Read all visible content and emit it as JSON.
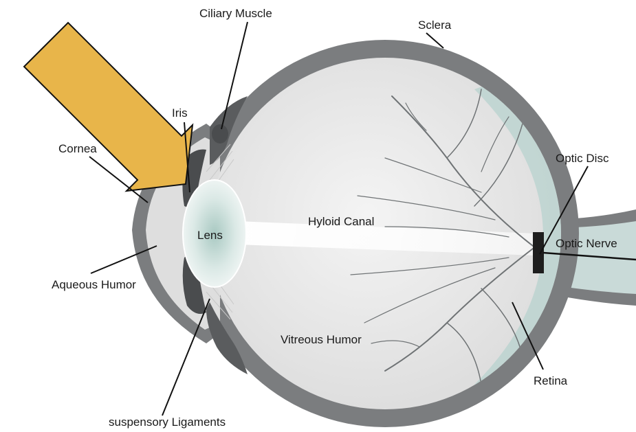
{
  "labels": {
    "ciliary_muscle": "Ciliary Muscle",
    "sclera": "Sclera",
    "iris": "Iris",
    "cornea": "Cornea",
    "optic_disc": "Optic Disc",
    "lens": "Lens",
    "hyloid_canal": "Hyloid Canal",
    "optic_nerve": "Optic Nerve",
    "aqueous_humor": "Aqueous Humor",
    "vitreous_humor": "Vitreous Humor",
    "retina": "Retina",
    "suspensory_ligaments": "suspensory Ligaments"
  },
  "colors": {
    "sclera": "#7b7d7f",
    "interior": "#e6e6e6",
    "retina_tint": "#bcd3d0",
    "optic_nerve": "#c9dad8",
    "lens": "#d9e7e4",
    "iris": "#4a4c4e",
    "arrow_fill": "#e8b54a",
    "arrow_stroke": "#111111"
  }
}
